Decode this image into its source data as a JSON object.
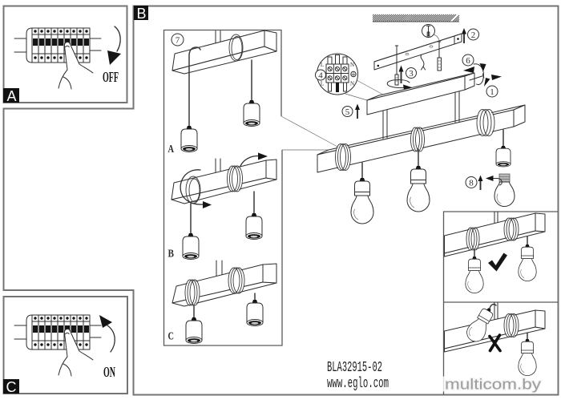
{
  "colors": {
    "ink": "#2e2e2e",
    "frame": "#747474",
    "badge": "#111111",
    "watermark": "#9c9c9c"
  },
  "panel_a": {
    "badge": "A",
    "switch_state": "OFF"
  },
  "panel_b": {
    "badge": "B",
    "steps": [
      "1",
      "2",
      "3",
      "4",
      "5",
      "6",
      "7",
      "8"
    ],
    "cable_detail": {
      "variants": [
        "A",
        "B",
        "C"
      ]
    },
    "wiring_detail": {
      "terminals": {
        "top_left": "L",
        "top_right": "N",
        "bottom_left": "L",
        "bottom_right": "N"
      }
    }
  },
  "panel_c": {
    "badge": "C",
    "switch_state": "ON"
  },
  "icons": {
    "switch_off_direction": "rotate-down-arrow-icon",
    "switch_on_direction": "rotate-up-arrow-icon",
    "earth_terminal": "ground-icon",
    "correct_example": "check-icon",
    "incorrect_example": "cross-icon",
    "lift_direction": "up-arrow-icon",
    "turn_direction": "rotate-arrow-icon"
  },
  "footer": {
    "model_code": "BLA32915-02",
    "website": "www.eglo.com"
  },
  "watermark": "multicom.by"
}
